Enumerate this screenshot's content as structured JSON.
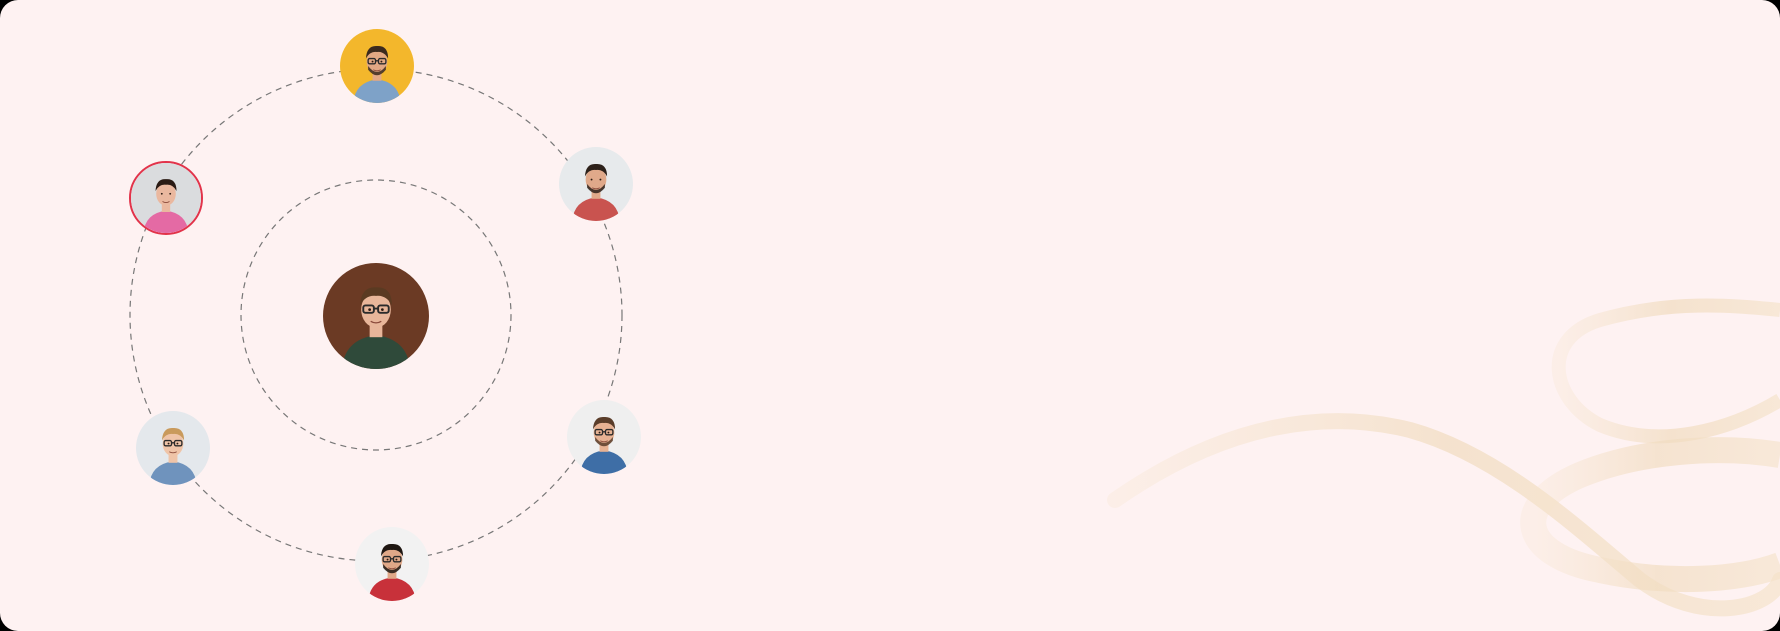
{
  "avatars": [
    {
      "name": "center-person",
      "bg": "#6b3a24",
      "skin": "#e8b69a",
      "hair": "#5a3a22",
      "shirt": "#2f4a3a",
      "glasses": true,
      "beard": false
    },
    {
      "name": "top-person",
      "bg": "#f3b72c",
      "skin": "#e2a884",
      "hair": "#3b2a1e",
      "shirt": "#7ea2c8",
      "glasses": true,
      "beard": true
    },
    {
      "name": "upper-right-person",
      "bg": "#e7eaec",
      "skin": "#e0a98a",
      "hair": "#2d211a",
      "shirt": "#c9534f",
      "glasses": false,
      "beard": true
    },
    {
      "name": "left-person-highlighted",
      "bg": "#dadcde",
      "skin": "#eab89f",
      "hair": "#2a1b14",
      "shirt": "#e46aa4",
      "glasses": false,
      "beard": false,
      "highlight": "#e2334a"
    },
    {
      "name": "lower-left-person",
      "bg": "#e4e8ec",
      "skin": "#efc4a8",
      "hair": "#c99a5c",
      "shirt": "#6f93bd",
      "glasses": true,
      "beard": false
    },
    {
      "name": "right-person",
      "bg": "#efefef",
      "skin": "#e7b293",
      "hair": "#5a3d2a",
      "shirt": "#3e6ea6",
      "glasses": true,
      "beard": true
    },
    {
      "name": "bottom-person",
      "bg": "#f2f2f2",
      "skin": "#e0a888",
      "hair": "#1f1712",
      "shirt": "#c8313a",
      "glasses": true,
      "beard": true
    }
  ],
  "colors": {
    "panel": "#fef2f2",
    "orbit": "#777777",
    "ribbon": "#f1dcc0"
  }
}
